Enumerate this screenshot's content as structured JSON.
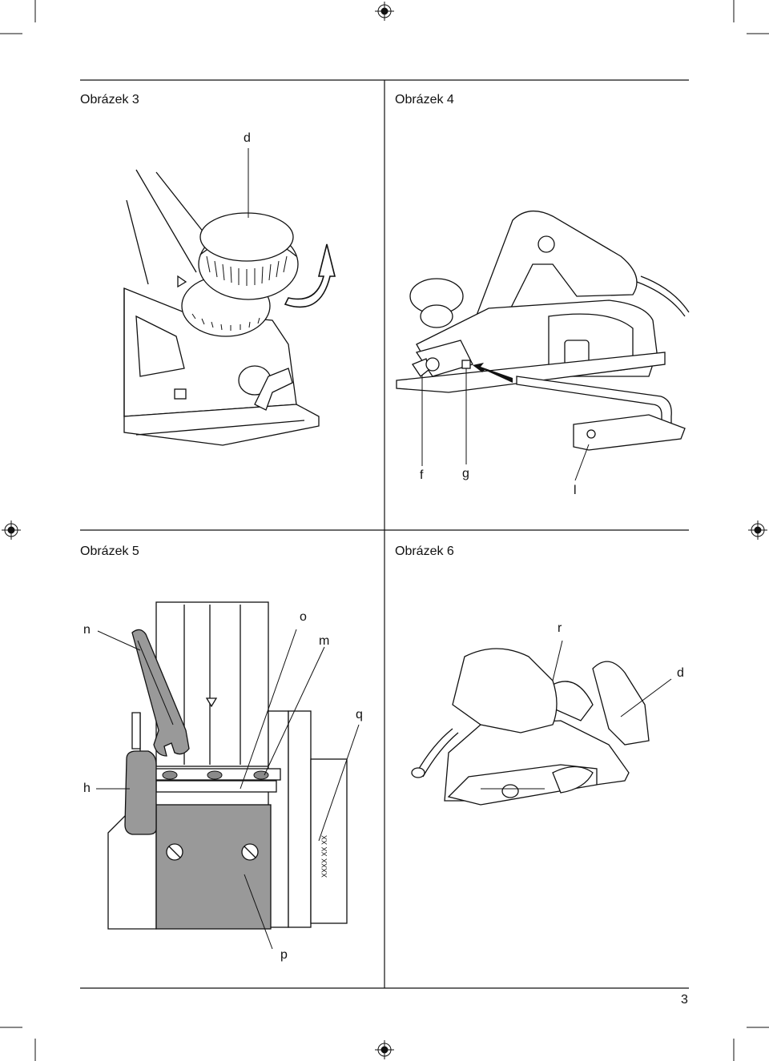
{
  "figures": {
    "fig3": {
      "title": "Obrázek 3",
      "labels": {
        "d": "d"
      }
    },
    "fig4": {
      "title": "Obrázek 4",
      "labels": {
        "f": "f",
        "g": "g",
        "l": "l"
      }
    },
    "fig5": {
      "title": "Obrázek 5",
      "labels": {
        "n": "n",
        "o": "o",
        "m": "m",
        "q": "q",
        "h": "h",
        "p": "p"
      },
      "serial": "XXXX XX XX"
    },
    "fig6": {
      "title": "Obrázek 6",
      "labels": {
        "r": "r",
        "d": "d"
      }
    }
  },
  "page_number": "3"
}
